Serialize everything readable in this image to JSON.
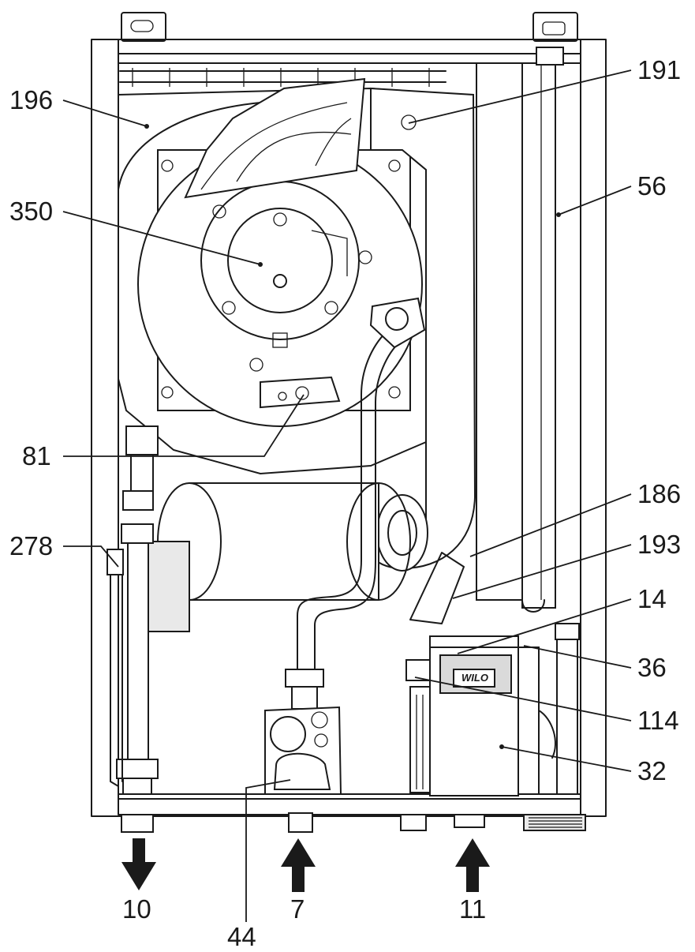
{
  "callouts": {
    "c196": "196",
    "c191": "191",
    "c56": "56",
    "c350": "350",
    "c81": "81",
    "c186": "186",
    "c278": "278",
    "c193": "193",
    "c14": "14",
    "c36": "36",
    "c114": "114",
    "c32": "32",
    "c10": "10",
    "c7": "7",
    "c11": "11",
    "c44": "44"
  },
  "pump_brand": "WILO",
  "colors": {
    "line": "#1a1a1a",
    "light_fill": "#e9e9e9",
    "background": "#ffffff"
  }
}
